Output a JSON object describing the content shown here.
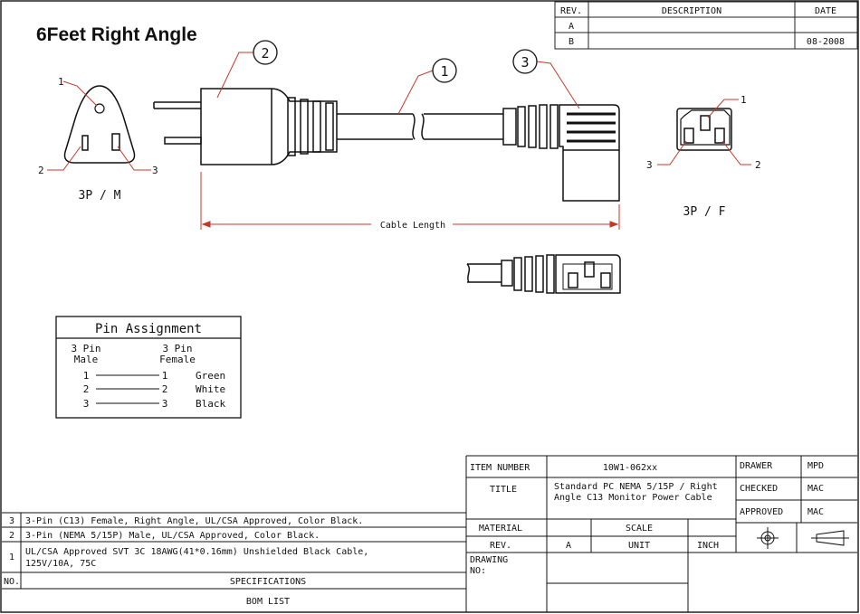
{
  "title": "6Feet Right Angle",
  "revision_table": {
    "headers": [
      "REV.",
      "DESCRIPTION",
      "DATE"
    ],
    "rows": [
      {
        "rev": "A",
        "description": "",
        "date": ""
      },
      {
        "rev": "B",
        "description": "",
        "date": "08-2008"
      }
    ]
  },
  "callouts": [
    "1",
    "2",
    "3"
  ],
  "male_plug": {
    "pins": [
      "1",
      "2",
      "3"
    ],
    "label": "3P / M"
  },
  "female_plug": {
    "pins": [
      "1",
      "2",
      "3"
    ],
    "label": "3P / F"
  },
  "dimension": {
    "label": "Cable Length"
  },
  "pin_assignment": {
    "title": "Pin Assignment",
    "col_male": [
      "3 Pin",
      "Male"
    ],
    "col_female": [
      "3 Pin",
      "Female"
    ],
    "rows": [
      {
        "male": "1",
        "female": "1",
        "color": "Green"
      },
      {
        "male": "2",
        "female": "2",
        "color": "White"
      },
      {
        "male": "3",
        "female": "3",
        "color": "Black"
      }
    ]
  },
  "bom": {
    "rows": [
      {
        "no": "3",
        "spec": "3-Pin (C13) Female, Right Angle, UL/CSA Approved, Color Black."
      },
      {
        "no": "2",
        "spec": "3-Pin (NEMA 5/15P) Male, UL/CSA Approved, Color Black."
      },
      {
        "no": "1",
        "spec_lines": [
          "UL/CSA Approved SVT 3C 18AWG(41*0.16mm) Unshielded Black Cable,",
          "125V/10A, 75C"
        ]
      }
    ],
    "header_no": "NO.",
    "header_spec": "SPECIFICATIONS",
    "footer": "BOM LIST"
  },
  "title_block": {
    "item_number_label": "ITEM NUMBER",
    "item_number": "10W1-062xx",
    "title_label": "TITLE",
    "title_lines": [
      "Standard PC NEMA 5/15P / Right",
      "Angle C13 Monitor Power Cable"
    ],
    "material_label": "MATERIAL",
    "scale_label": "SCALE",
    "rev_label": "REV.",
    "rev_value": "A",
    "unit_label": "UNIT",
    "unit_value": "INCH",
    "drawing_no_label": [
      "DRAWING",
      "NO:"
    ],
    "drawer_label": "DRAWER",
    "drawer_value": "MPD",
    "checked_label": "CHECKED",
    "checked_value": "MAC",
    "approved_label": "APPROVED",
    "approved_value": "MAC"
  }
}
